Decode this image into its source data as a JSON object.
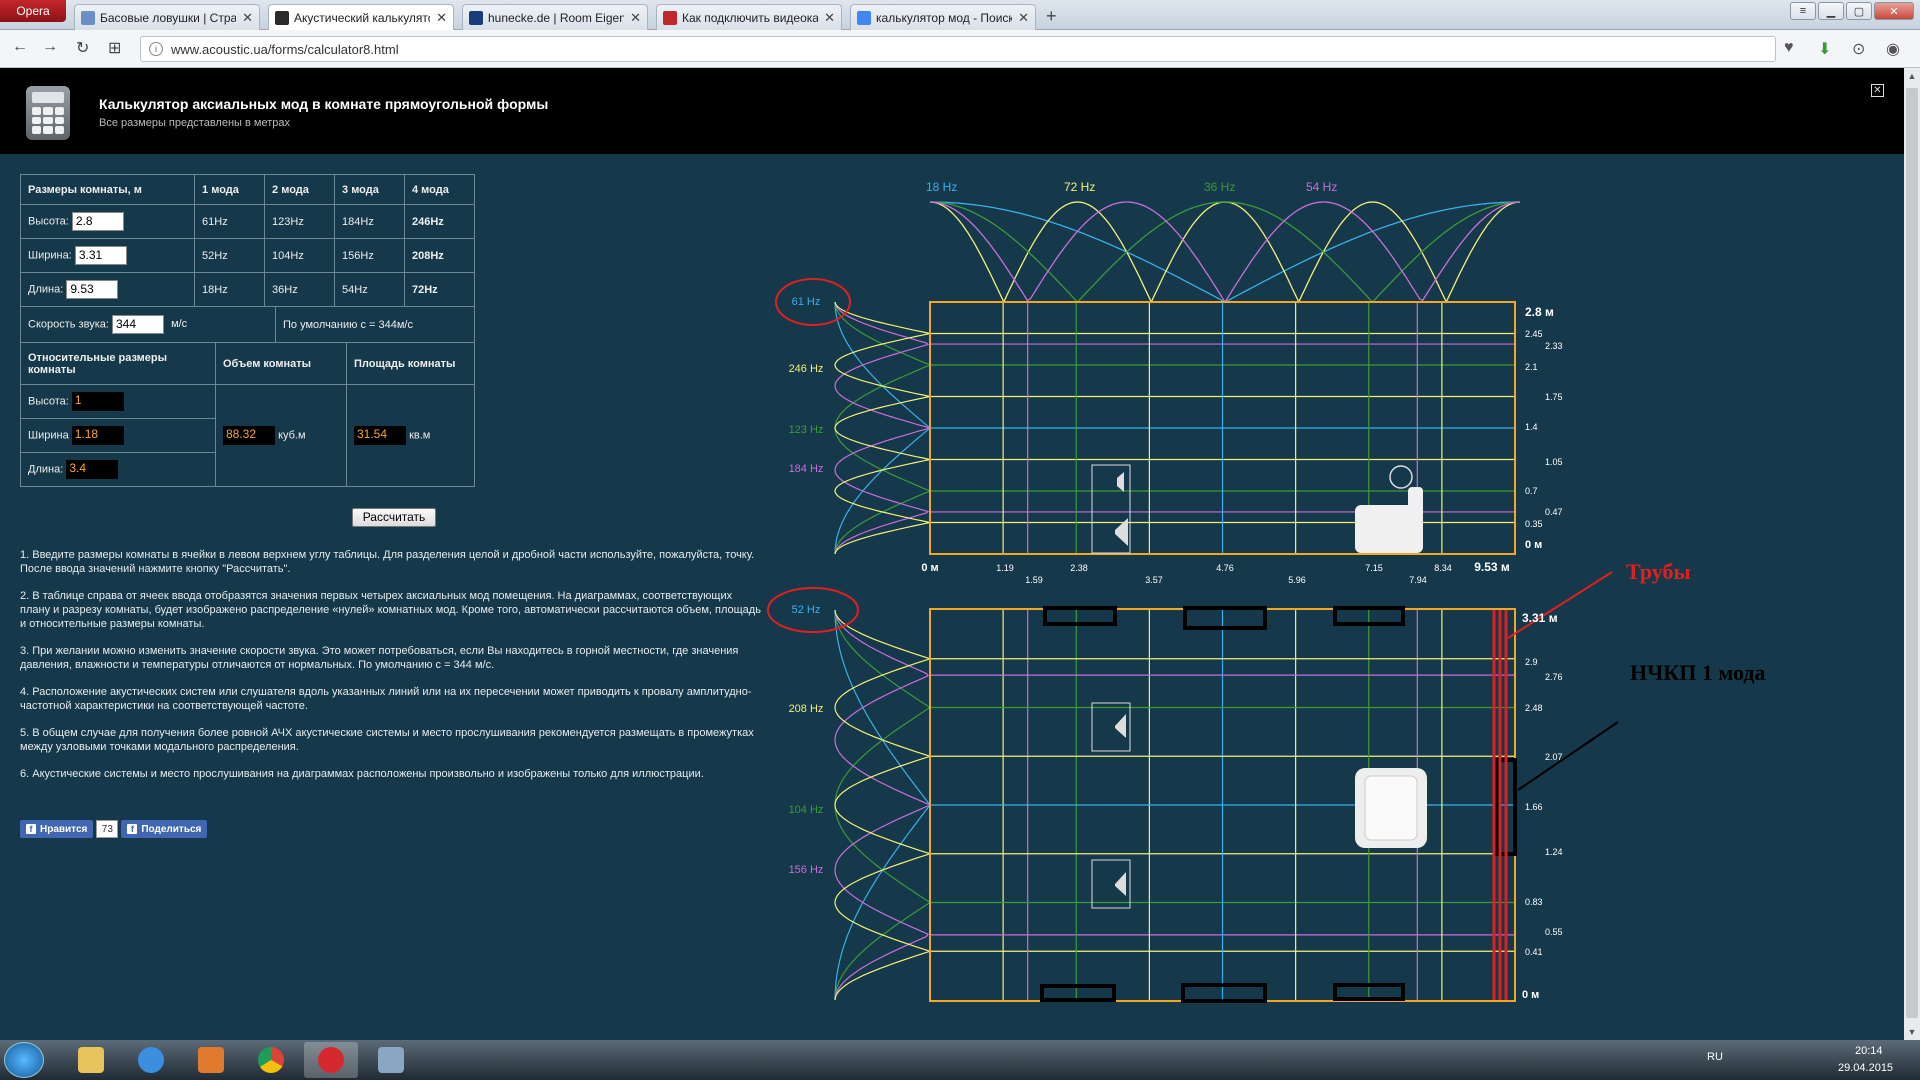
{
  "browser": {
    "menu_label": "Opera",
    "tabs": [
      {
        "label": "Басовые ловушки | Стра",
        "favicon_color": "#6a8fc4"
      },
      {
        "label": "Акустический калькулято",
        "favicon_color": "#2b2b2b"
      },
      {
        "label": "hunecke.de | Room Eigen",
        "favicon_color": "#1a3d7a"
      },
      {
        "label": "Как подключить видеока",
        "favicon_color": "#c0262d"
      },
      {
        "label": "калькулятор мод - Поиск",
        "favicon_color": "#4285f4"
      }
    ],
    "active_tab": 1,
    "url": "www.acoustic.ua/forms/calculator8.html"
  },
  "header": {
    "title": "Калькулятор аксиальных мод в комнате прямоугольной формы",
    "subtitle": "Все размеры представлены в метрах"
  },
  "table": {
    "col_title": "Размеры комнаты, м",
    "mode_headers": [
      "1 мода",
      "2 мода",
      "3 мода",
      "4 мода"
    ],
    "rows": [
      {
        "label": "Высота:",
        "value": "2.8",
        "modes": [
          "61Hz",
          "123Hz",
          "184Hz",
          "246Hz"
        ]
      },
      {
        "label": "Ширина:",
        "value": "3.31",
        "modes": [
          "52Hz",
          "104Hz",
          "156Hz",
          "208Hz"
        ]
      },
      {
        "label": "Длина:",
        "value": "9.53",
        "modes": [
          "18Hz",
          "36Hz",
          "54Hz",
          "72Hz"
        ]
      }
    ],
    "speed_label": "Скорость звука:",
    "speed_value": "344",
    "speed_unit": "м/с",
    "speed_default": "По  умолчанию c = 344м/с",
    "rel_title": "Относительные размеры комнаты",
    "volume_title": "Объем комнаты",
    "area_title": "Площадь комнаты",
    "rel_rows": [
      {
        "label": "Высота:",
        "value": "1"
      },
      {
        "label": "Ширина",
        "value": "1.18"
      },
      {
        "label": "Длина:",
        "value": "3.4"
      }
    ],
    "volume_value": "88.32",
    "volume_unit": "куб.м",
    "area_value": "31.54",
    "area_unit": "кв.м",
    "button_label": "Рассчитать"
  },
  "instructions": [
    "1. Введите размеры комнаты в ячейки в левом верхнем углу таблицы. Для разделения целой и дробной части используйте, пожалуйста, точку. После ввода значений нажмите кнопку \"Рассчитать\".",
    "2. В таблице справа от ячеек ввода отобразятся значения первых четырех аксиальных мод помещения. На диаграммах, соответствующих плану и разрезу комнаты, будет изображено распределение «нулей» комнатных мод. Кроме того, автоматически рассчитаются объем, площадь и относительные размеры комнаты.",
    "3. При желании можно изменить значение скорости звука. Это может потребоваться, если Вы находитесь в горной местности, где значения давления, влажности и температуры отличаются от нормальных. По умолчанию c = 344 м/с.",
    "4. Расположение акустических систем или слушателя вдоль указанных линий или на их пересечении может приводить к провалу амплитудно-частотной характеристики на соответствующей частоте.",
    "5. В общем случае для получения более ровной АЧХ акустические системы и место прослушивания рекомендуется размещать в промежутках между узловыми точками модального распределения.",
    "6. Акустические системы и место прослушивания на диаграммах расположены произвольно и изображены только для иллюстрации."
  ],
  "social": {
    "like": "Нравится",
    "count": "73",
    "share": "Поделиться"
  },
  "colors": {
    "mode1": "#3ab1ea",
    "mode2": "#3c9a3c",
    "mode3": "#c86fdc",
    "mode4": "#f3f07a",
    "frame": "#f5a623",
    "annotation": "#e02020",
    "background": "#15384a"
  },
  "diagram": {
    "top_freq_labels": [
      "18 Hz",
      "72 Hz",
      "36 Hz",
      "54 Hz"
    ],
    "section": {
      "left_labels": [
        "61 Hz",
        "246 Hz",
        "123 Hz",
        "184 Hz"
      ],
      "right_ticks": [
        "2.8 м",
        "2.45",
        "2.33",
        "2.1",
        "1.75",
        "1.4",
        "1.05",
        "0.7",
        "0.47",
        "0.35",
        "0 м"
      ],
      "bottom_ticks": [
        "0 м",
        "1.19",
        "1.59",
        "2.38",
        "3.57",
        "4.76",
        "5.96",
        "7.15",
        "7.94",
        "8.34",
        "9.53 м"
      ]
    },
    "plan": {
      "left_labels": [
        "52 Hz",
        "208 Hz",
        "104 Hz",
        "156 Hz"
      ],
      "right_ticks": [
        "3.31 м",
        "2.9",
        "2.76",
        "2.48",
        "2.07",
        "1.66",
        "1.24",
        "0.83",
        "0.55",
        "0.41",
        "0 м"
      ]
    },
    "annotations": {
      "pipes": "Трубы",
      "bass_trap": "НЧКП 1 мода"
    }
  },
  "taskbar": {
    "lang": "RU",
    "time": "20:14",
    "date": "29.04.2015"
  }
}
